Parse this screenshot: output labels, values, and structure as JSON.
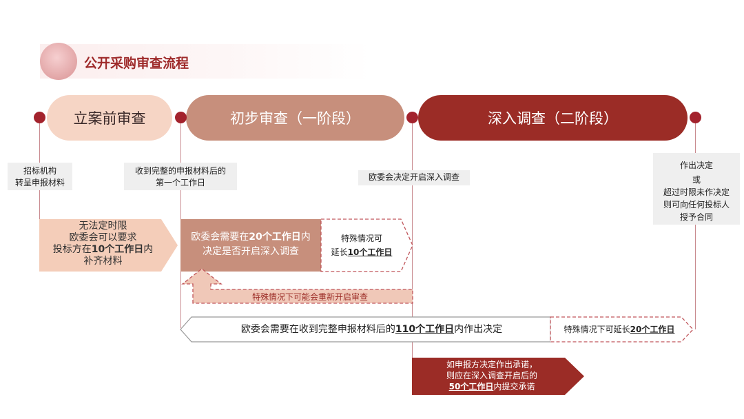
{
  "title": "公开采购审查流程",
  "phases": {
    "pre": "立案前审查",
    "stage1": "初步审查（一阶段）",
    "stage2": "深入调查（二阶段）"
  },
  "notes": {
    "submit_l1": "招标机构",
    "submit_l2": "转呈申报材料",
    "first_day_l1": "收到完整的申报材料后的",
    "first_day_l2": "第一个工作日",
    "open_investigation": "欧委会决定开启深入调查",
    "decide_l1": "作出决定",
    "decide_or": "或",
    "decide_l3": "超过时限未作决定",
    "decide_l4": "则可向任何投标人",
    "decide_l5": "授予合同"
  },
  "pre_box": {
    "l1": "无法定时限",
    "l2": "欧委会可以要求",
    "l3_a": "投标方在",
    "l3_b": "10个工作日",
    "l3_c": "内",
    "l4": "补齐材料"
  },
  "stage1_box": {
    "l1_a": "欧委会需要在",
    "l1_b": "20个工作日",
    "l1_c": "内",
    "l2": "决定是否开启深入调查"
  },
  "extend1": {
    "l1": "特殊情况可",
    "l2_a": "延长",
    "l2_b": "10个工作日"
  },
  "reopen": "特殊情况下可能会重新开启审查",
  "total": {
    "a": "欧委会需要在收到完整申报材料后的",
    "b": "110个工作日",
    "c": "内作出决定"
  },
  "extend2": {
    "a": "特殊情况下可延长",
    "b": "20个工作日"
  },
  "commit": {
    "l1": "如申报方决定作出承诺，",
    "l2": "则应在深入调查开启后的",
    "l3_a": "50个工作日",
    "l3_b": "内提交承诺"
  },
  "colors": {
    "accent": "#a3232d",
    "dark_red": "#9b2c26",
    "medium": "#c78f7c",
    "light": "#f6d5c5",
    "light_peach": "#f4c9b4"
  }
}
